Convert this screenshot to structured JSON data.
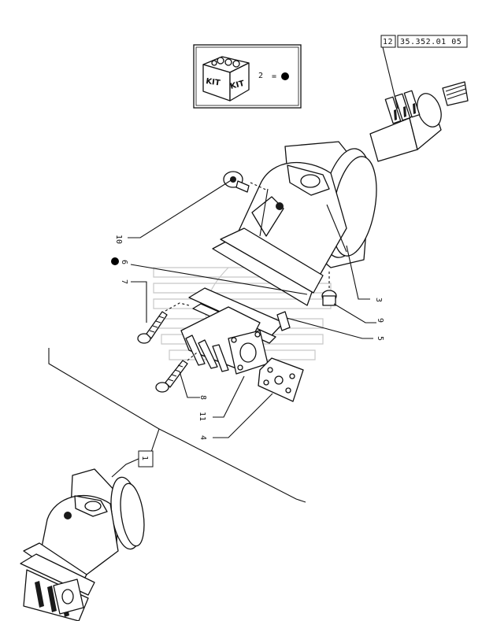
{
  "kit_box": {
    "kit_word_1": "KIT",
    "kit_word_2": "KIT",
    "legend_number": "2",
    "legend_equals": "="
  },
  "reference_box": {
    "item_number": "12",
    "reference_code": "35.352.01 05"
  },
  "callouts": {
    "c1": "1",
    "c3": "3",
    "c4": "4",
    "c5": "5",
    "c6": "6",
    "c7": "7",
    "c8": "8",
    "c9": "9",
    "c10": "10",
    "c11": "11"
  },
  "colors": {
    "line": "#111111",
    "kit_dot": "#000000",
    "watermark": "#c8c8c8"
  }
}
